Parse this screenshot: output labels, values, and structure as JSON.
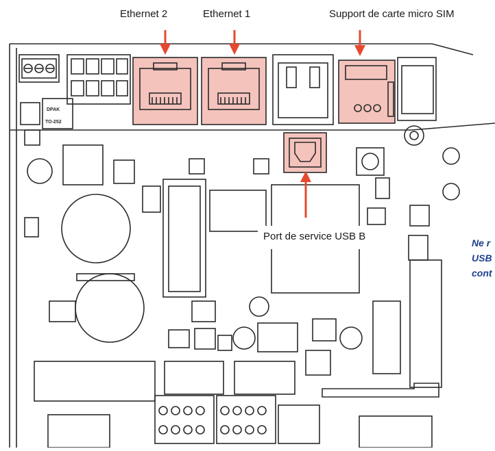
{
  "callouts": {
    "ethernet2": "Ethernet 2",
    "ethernet1": "Ethernet 1",
    "sim_holder": "Support de carte micro SIM",
    "usb_service": "Port de service USB B"
  },
  "side_note": {
    "line1": "Ne r",
    "line2": "USB",
    "line3": "cont"
  },
  "silkscreen": {
    "package1": "DPAK",
    "package2": "TO-252"
  },
  "colors": {
    "highlight": "#f4c3bc",
    "arrow": "#e5492f",
    "outline": "#2a2a2a",
    "note_text": "#1c3f8f"
  },
  "icons": [
    "arrow-down-icon",
    "arrow-up-icon"
  ]
}
